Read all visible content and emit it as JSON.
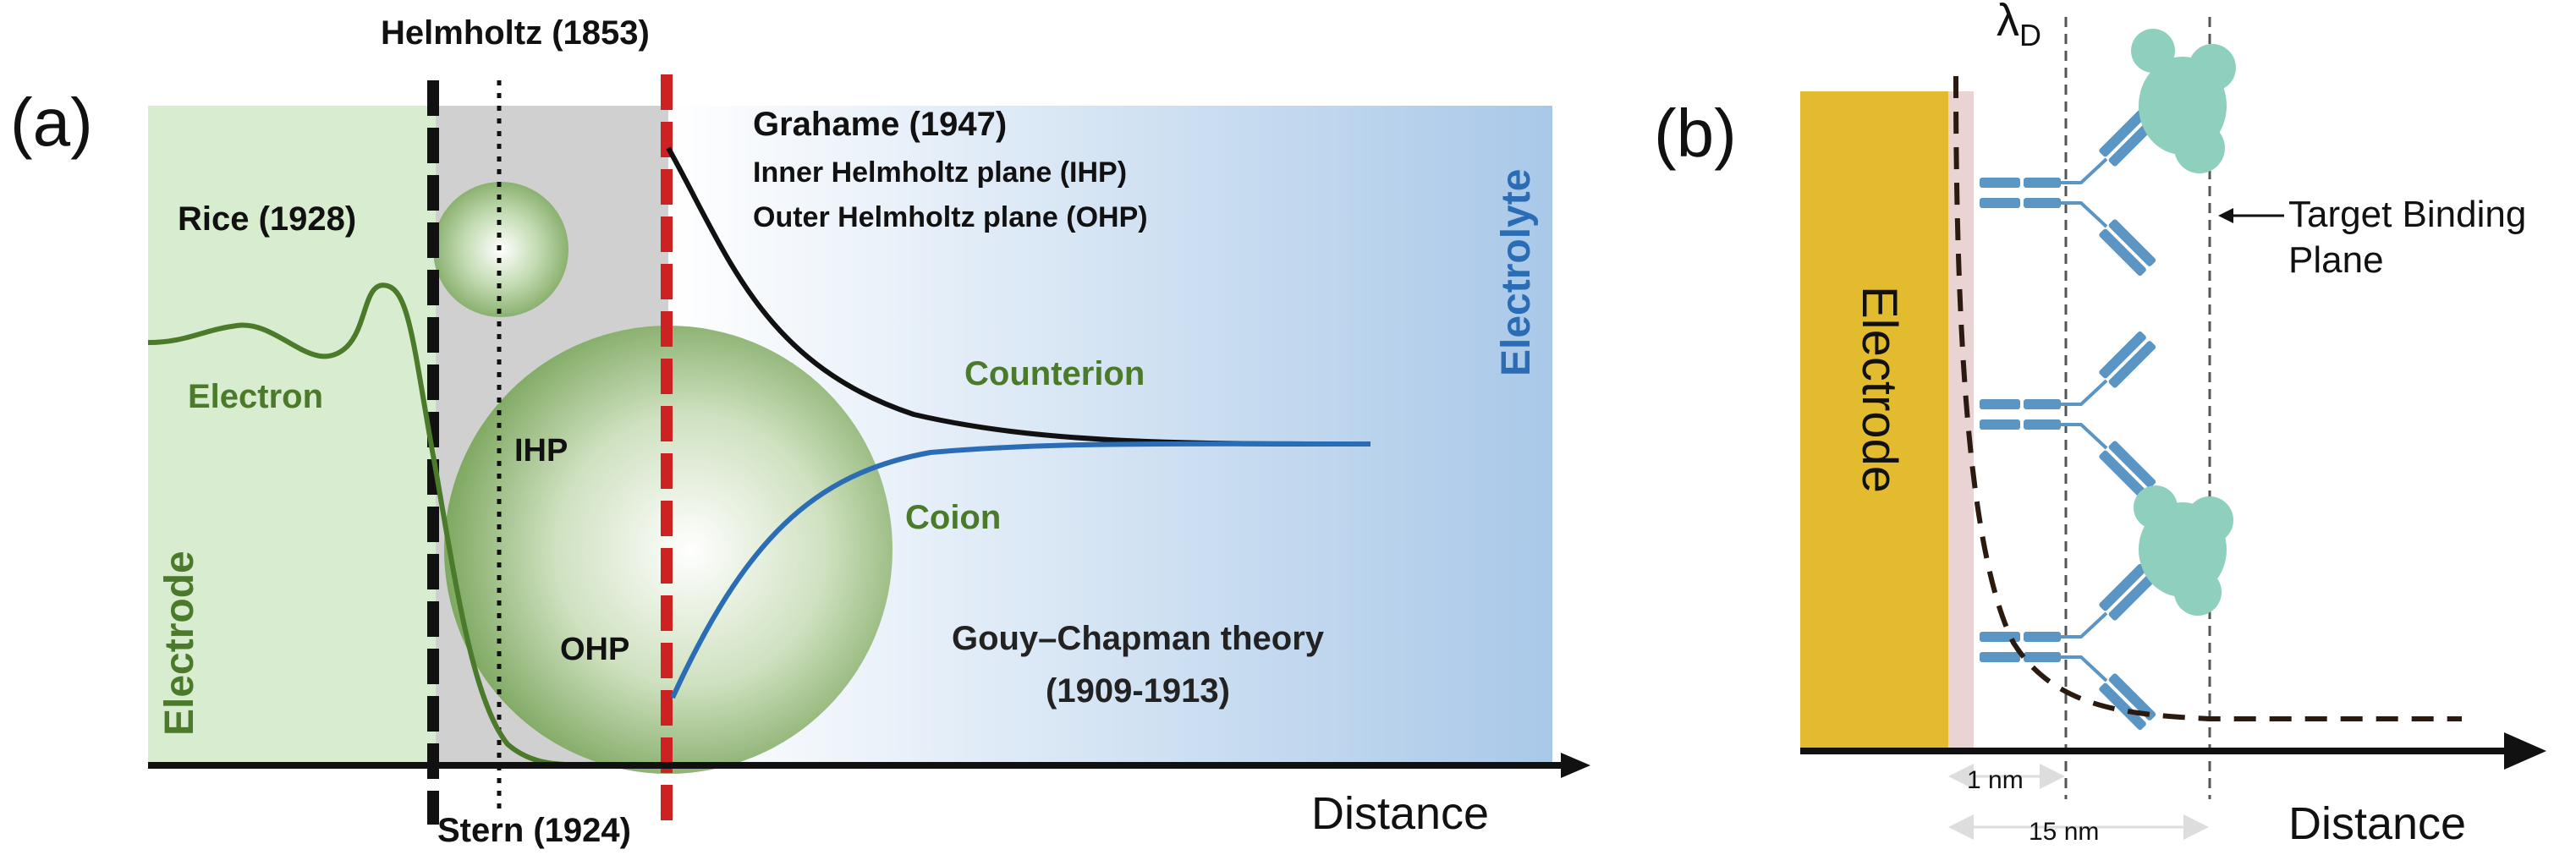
{
  "panel_a": {
    "label": "(a)",
    "helmholtz": "Helmholtz (1853)",
    "rice": "Rice (1928)",
    "grahame": "Grahame (1947)",
    "ihp_full": "Inner Helmholtz plane (IHP)",
    "ohp_full": "Outer Helmholtz plane (OHP)",
    "electron": "Electron",
    "counterion": "Counterion",
    "coion": "Coion",
    "ihp": "IHP",
    "ohp": "OHP",
    "gouy_line1": "Gouy–Chapman theory",
    "gouy_line2": "(1909-1913)",
    "electrode": "Electrode",
    "electrolyte": "Electrolyte",
    "stern": "Stern (1924)",
    "distance": "Distance",
    "colors": {
      "electrode_region": "#d8ecd0",
      "helmholtz_region": "#d0d0d0",
      "electrolyte_region": "#a9c8e8",
      "green_text": "#4a7a2a",
      "blue_text": "#2a6db5",
      "helmholtz_line": "#111111",
      "ohp_line": "#cc2222",
      "coion_curve": "#2a6db5",
      "counterion_curve": "#111111"
    }
  },
  "panel_b": {
    "label": "(b)",
    "lambda": "λ",
    "lambda_sub": "D",
    "electrode": "Electrode",
    "target_line1": "Target Binding",
    "target_line2": "Plane",
    "one_nm": "1 nm",
    "fifteen_nm": "15 nm",
    "distance": "Distance",
    "colors": {
      "electrode_fill": "#e2bb2f",
      "sam_layer": "#e9d3d3",
      "antibody": "#5a95c3",
      "target": "#8fcfbd",
      "decay_curve": "#2a1a10"
    }
  }
}
